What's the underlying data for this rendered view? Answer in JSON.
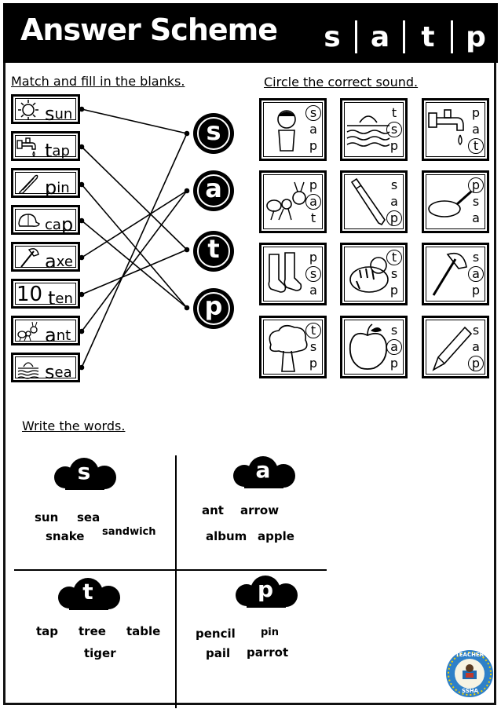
{
  "header": {
    "title": "Answer Scheme",
    "sounds": [
      "s",
      "a",
      "t",
      "p"
    ]
  },
  "sections": {
    "match": "Match and fill in the blanks.",
    "circle": "Circle the correct sound.",
    "write": "Write the words."
  },
  "match_items": [
    {
      "first": "s",
      "rest": "un",
      "icon": "sun-icon"
    },
    {
      "first": "t",
      "rest": "ap",
      "icon": "tap-icon"
    },
    {
      "first": "p",
      "rest": "in",
      "icon": "pin-icon"
    },
    {
      "first": "ca",
      "rest": "p",
      "icon": "cap-icon"
    },
    {
      "first": "a",
      "rest": "xe",
      "icon": "axe-icon"
    },
    {
      "first": "t",
      "rest": "en",
      "icon": "ten-icon",
      "prefix": "10"
    },
    {
      "first": "a",
      "rest": "nt",
      "icon": "ant-icon"
    },
    {
      "first": "s",
      "rest": "ea",
      "icon": "sea-icon"
    }
  ],
  "match_letters": [
    "s",
    "a",
    "t",
    "p"
  ],
  "circle_items": [
    {
      "icon": "boy-icon",
      "options": [
        "s",
        "a",
        "p"
      ],
      "answer": 0
    },
    {
      "icon": "sea-icon",
      "options": [
        "t",
        "s",
        "p"
      ],
      "answer": 1
    },
    {
      "icon": "tap-icon",
      "options": [
        "p",
        "a",
        "t"
      ],
      "answer": 2
    },
    {
      "icon": "ant-icon",
      "options": [
        "p",
        "a",
        "t"
      ],
      "answer": 1
    },
    {
      "icon": "pen-icon",
      "options": [
        "s",
        "a",
        "p"
      ],
      "answer": 2
    },
    {
      "icon": "pan-icon",
      "options": [
        "p",
        "s",
        "a"
      ],
      "answer": 0
    },
    {
      "icon": "socks-icon",
      "options": [
        "p",
        "s",
        "a"
      ],
      "answer": 1
    },
    {
      "icon": "tiger-icon",
      "options": [
        "t",
        "s",
        "p"
      ],
      "answer": 0
    },
    {
      "icon": "axe-icon",
      "options": [
        "s",
        "a",
        "p"
      ],
      "answer": 1
    },
    {
      "icon": "tree-icon",
      "options": [
        "t",
        "s",
        "p"
      ],
      "answer": 0
    },
    {
      "icon": "apple-icon",
      "options": [
        "s",
        "a",
        "p"
      ],
      "answer": 1
    },
    {
      "icon": "pencil-icon",
      "options": [
        "s",
        "a",
        "p"
      ],
      "answer": 2
    }
  ],
  "write_groups": {
    "s": {
      "letter": "s",
      "words": [
        "sun",
        "sea",
        "snake",
        "sandwich"
      ]
    },
    "a": {
      "letter": "a",
      "words": [
        "ant",
        "arrow",
        "album",
        "apple"
      ]
    },
    "t": {
      "letter": "t",
      "words": [
        "tap",
        "tree",
        "table",
        "tiger"
      ]
    },
    "p": {
      "letter": "p",
      "words": [
        "pencil",
        "pin",
        "pail",
        "parrot"
      ]
    }
  },
  "logo": {
    "text_top": "TEACHER",
    "text_bottom": "SSHA"
  }
}
